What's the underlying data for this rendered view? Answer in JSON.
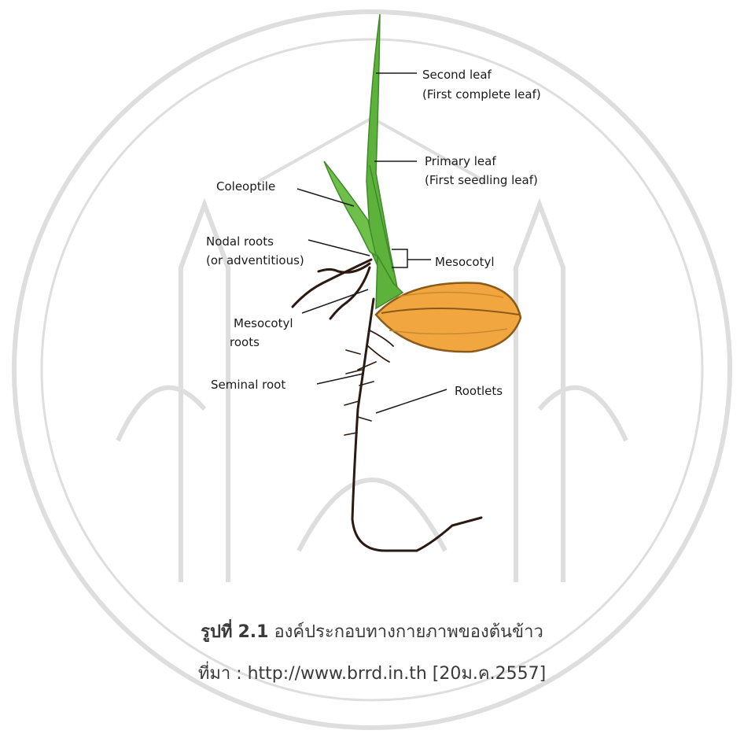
{
  "diagram": {
    "labels": {
      "second_leaf_1": "Second leaf",
      "second_leaf_2": "(First complete leaf)",
      "primary_leaf_1": "Primary leaf",
      "primary_leaf_2": "(First seedling leaf)",
      "coleoptile": "Coleoptile",
      "nodal_roots_1": "Nodal roots",
      "nodal_roots_2": "(or adventitious)",
      "mesocotyl": "Mesocotyl",
      "mesocotyl_roots_1": "Mesocotyl",
      "mesocotyl_roots_2": "roots",
      "seminal_root": "Seminal root",
      "rootlets": "Rootlets"
    },
    "colors": {
      "leaf": "#5cb23a",
      "leaf_dark": "#3f8a2a",
      "seed": "#f2a640",
      "seed_dark": "#8a5a1a",
      "root": "#2a1a12",
      "watermark": "#d9d9d9"
    }
  },
  "caption": {
    "line1_prefix": "รูปที่",
    "line1_number": "2.1",
    "line1_text": "องค์ประกอบทางกายภาพของต้นข้าว",
    "line2": "ที่มา : http://www.brrd.in.th [20ม.ค.2557]"
  }
}
